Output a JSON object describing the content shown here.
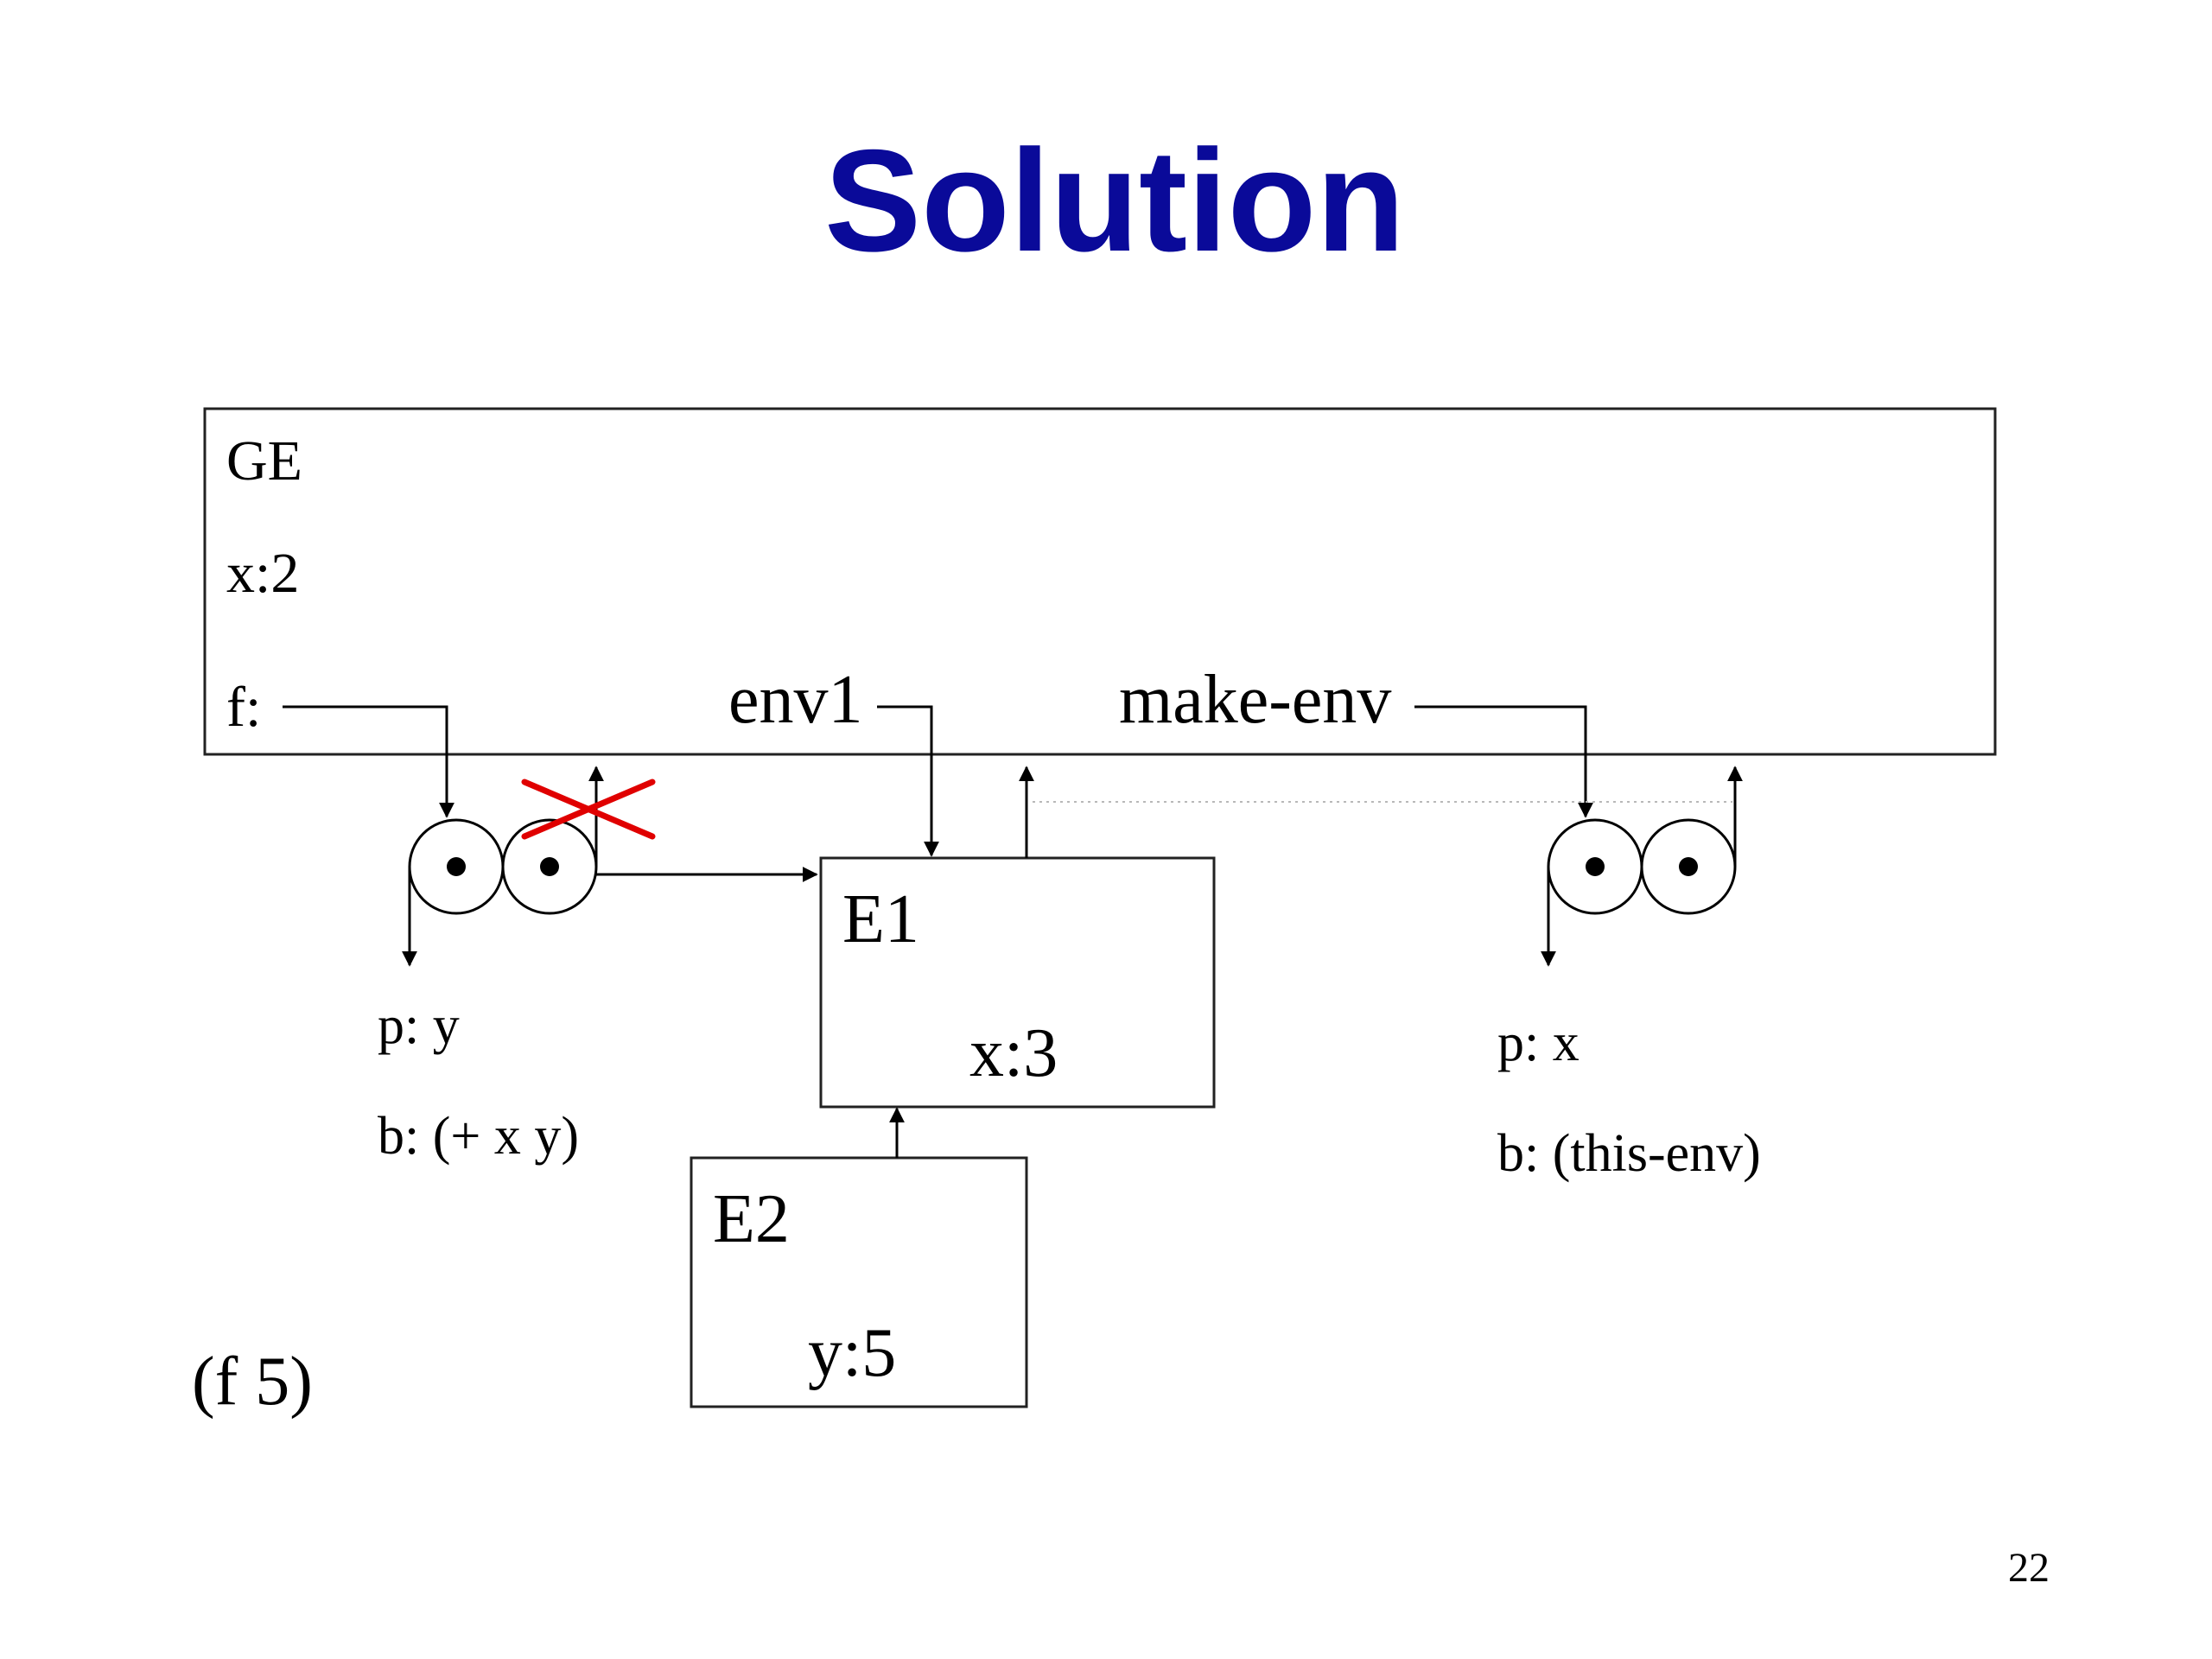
{
  "slide": {
    "title": "Solution",
    "page_number": "22",
    "expression": "(f 5)"
  },
  "frames": {
    "global": {
      "name": "GE",
      "bindings": [
        "x:2",
        "f:"
      ]
    },
    "e1": {
      "name": "E1",
      "binding": "x:3"
    },
    "e2": {
      "name": "E2",
      "binding": "y:5"
    }
  },
  "pointer_labels": {
    "env1": "env1",
    "make_env": "make-env"
  },
  "procedures": [
    {
      "params": "p: y",
      "body": "b: (+ x y)"
    },
    {
      "params": "p: x",
      "body": "b: (this-env)"
    }
  ],
  "colors": {
    "title": "#0a0a99",
    "strike": "#e00000",
    "ink": "#000000"
  }
}
